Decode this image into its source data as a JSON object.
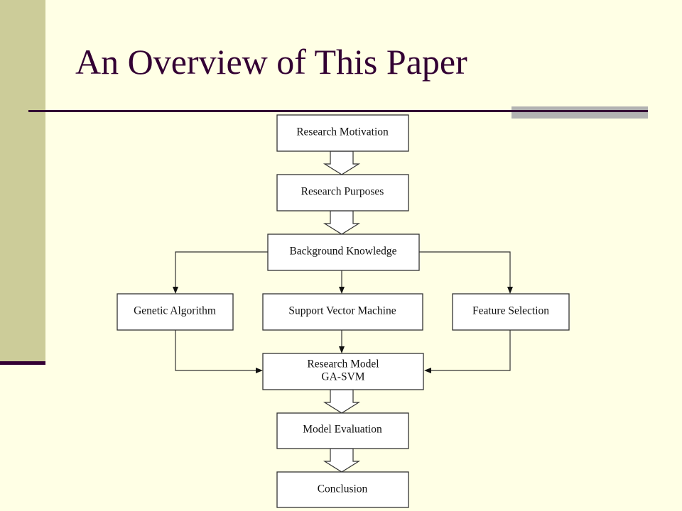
{
  "slide": {
    "title": "An Overview of This Paper",
    "colors": {
      "background": "#FFFFE5",
      "side_bar": "#CCCC99",
      "title_text": "#330033",
      "rule": "#330033",
      "rule_accent": "#B2B2B2"
    }
  },
  "flowchart": {
    "nodes": {
      "motivation": "Research Motivation",
      "purposes": "Research Purposes",
      "background": "Background Knowledge",
      "ga": "Genetic Algorithm",
      "svm": "Support Vector Machine",
      "fs": "Feature Selection",
      "model_line1": "Research Model",
      "model_line2": "GA-SVM",
      "evaluation": "Model Evaluation",
      "conclusion": "Conclusion"
    },
    "edges": [
      {
        "from": "motivation",
        "to": "purposes",
        "style": "block-arrow"
      },
      {
        "from": "purposes",
        "to": "background",
        "style": "block-arrow"
      },
      {
        "from": "background",
        "to": "ga",
        "style": "line-arrow"
      },
      {
        "from": "background",
        "to": "svm",
        "style": "line-arrow"
      },
      {
        "from": "background",
        "to": "fs",
        "style": "line-arrow"
      },
      {
        "from": "ga",
        "to": "model",
        "style": "line-arrow"
      },
      {
        "from": "svm",
        "to": "model",
        "style": "line-arrow"
      },
      {
        "from": "fs",
        "to": "model",
        "style": "line-arrow"
      },
      {
        "from": "model",
        "to": "evaluation",
        "style": "block-arrow"
      },
      {
        "from": "evaluation",
        "to": "conclusion",
        "style": "block-arrow"
      }
    ]
  }
}
